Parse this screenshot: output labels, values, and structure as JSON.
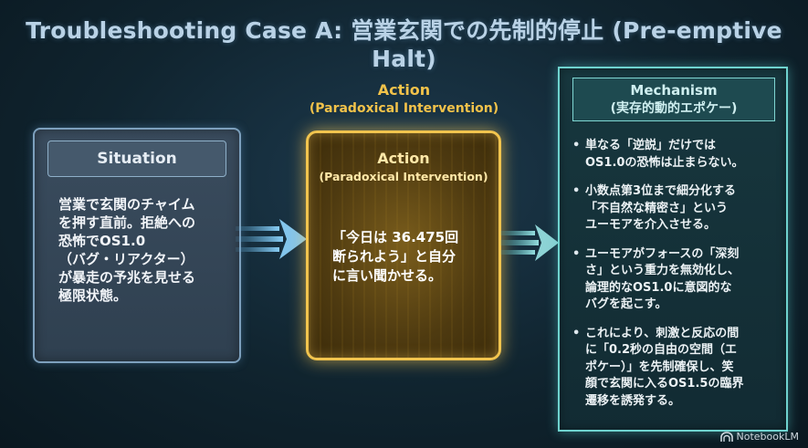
{
  "title": "Troubleshooting Case A: 営業玄関での先制的停止 (Pre-emptive Halt)",
  "situation": {
    "header": "Situation",
    "lines": [
      "営業で玄関のチャイム",
      "を押す直前。拒絶への",
      "恐怖でOS1.0",
      "（バグ・リアクター）",
      "が暴走の予兆を見せる",
      "極限状態。"
    ]
  },
  "action_label": {
    "title": "Action",
    "subtitle": "(Paradoxical Intervention)"
  },
  "action": {
    "title": "Action",
    "subtitle": "(Paradoxical Intervention)",
    "lines": [
      "「今日は 36.475回",
      "断られよう」と自分",
      "に言い聞かせる。"
    ]
  },
  "mechanism": {
    "header_title": "Mechanism",
    "header_subtitle": "(実存的動的エポケー)",
    "bullets": [
      [
        "単なる「逆説」だけでは",
        "OS1.0の恐怖は止まらない。"
      ],
      [
        "小数点第3位まで細分化する",
        "「不自然な精密さ」という",
        "ユーモアを介入させる。"
      ],
      [
        "ユーモアがフォースの「深刻",
        "さ」という重力を無効化し、",
        "論理的なOS1.0に意図的な",
        "バグを起こす。"
      ],
      [
        "これにより、刺激と反応の間",
        "に「0.2秒の自由の空間（エ",
        "ポケー）」を先制確保し、笑",
        "顔で玄関に入るOS1.5の臨界",
        "遷移を誘発する。"
      ]
    ]
  },
  "brand": {
    "icon": "notebooklm-icon",
    "label": "NotebookLM"
  },
  "colors": {
    "action_accent": "#f1c44e",
    "mechanism_accent": "#6fd3cf",
    "situation_accent": "#7da0bd"
  }
}
